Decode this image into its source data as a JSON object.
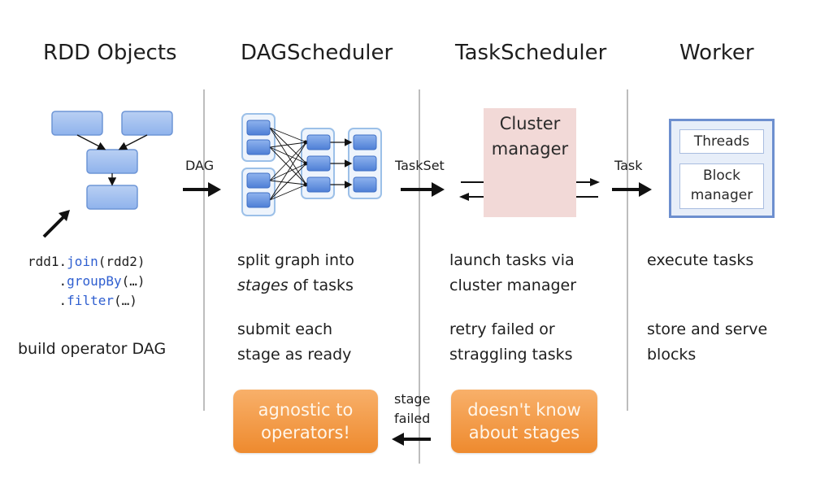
{
  "columns": {
    "rdd": {
      "title": "RDD Objects",
      "code_prefix_1": "rdd1.",
      "code_fn_1": "join",
      "code_suffix_1": "(rdd2)",
      "code_prefix_2": "    .",
      "code_fn_2": "groupBy",
      "code_suffix_2": "(…)",
      "code_prefix_3": "    .",
      "code_fn_3": "filter",
      "code_suffix_3": "(…)",
      "desc": "build operator DAG"
    },
    "dag": {
      "title": "DAGScheduler",
      "desc1_line1": "split graph into",
      "desc1_line2_em": "stages",
      "desc1_line2_rest": " of tasks",
      "desc2_line1": "submit each",
      "desc2_line2": "stage as ready",
      "badge_line1": "agnostic to",
      "badge_line2": "operators!"
    },
    "task": {
      "title": "TaskScheduler",
      "cluster_line1": "Cluster",
      "cluster_line2": "manager",
      "desc1_line1": "launch tasks via",
      "desc1_line2": "cluster manager",
      "desc2_line1": "retry failed or",
      "desc2_line2": "straggling tasks",
      "badge_line1": "doesn't know",
      "badge_line2": "about stages"
    },
    "worker": {
      "title": "Worker",
      "threads": "Threads",
      "block_line1": "Block",
      "block_line2": "manager",
      "desc1": "execute tasks",
      "desc2_line1": "store and serve",
      "desc2_line2": "blocks"
    }
  },
  "arrows": {
    "dag": "DAG",
    "taskset": "TaskSet",
    "task": "Task",
    "stage_failed_line1": "stage",
    "stage_failed_line2": "failed"
  },
  "colors": {
    "node_fill": "#7da7e8",
    "node_stroke": "#5a86cf",
    "group_stroke": "#9cc0e8",
    "badge_orange": "#ee8a2e",
    "cluster_pink": "#f2d9d7",
    "worker_border": "#6d8fcf"
  }
}
